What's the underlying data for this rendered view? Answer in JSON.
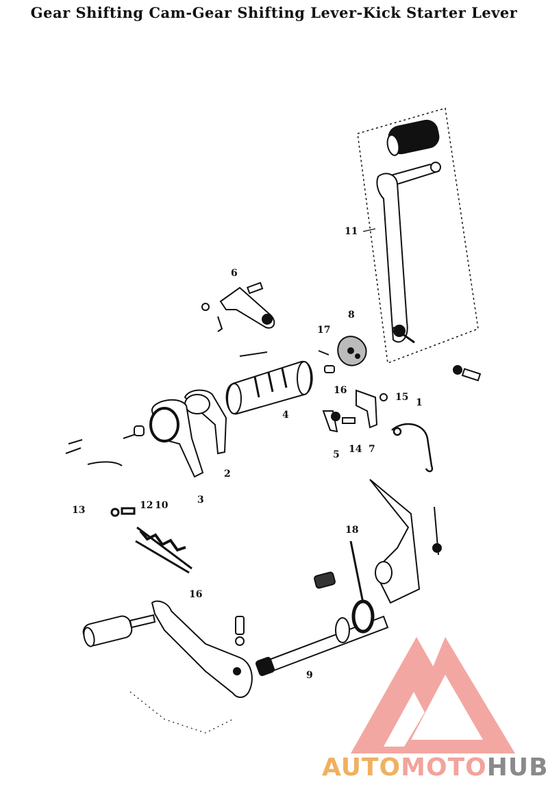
{
  "title": "Gear Shifting Cam-Gear Shifting Lever-Kick Starter Lever",
  "part_numbers": {
    "p1": "1",
    "p2": "2",
    "p3": "3",
    "p4": "4",
    "p5": "5",
    "p6": "6",
    "p7": "7",
    "p8": "8",
    "p9": "9",
    "p10": "10",
    "p11": "11",
    "p12": "12",
    "p13": "13",
    "p14": "14",
    "p15": "15",
    "p16a": "16",
    "p16b": "16",
    "p17": "17",
    "p18": "18"
  },
  "watermark": {
    "part1": "AUTO",
    "part2": "MOTO",
    "part3": "HUB",
    "colors": {
      "auto": "#f0b060",
      "moto": "#f2a39c",
      "hub": "#8a8a8a",
      "logo": "#f08a84"
    }
  }
}
